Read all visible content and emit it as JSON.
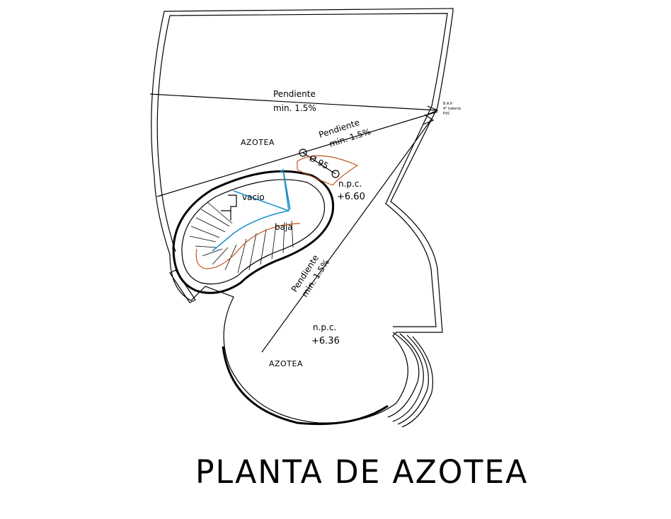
{
  "title": "PLANTA DE AZOTEA",
  "labels": {
    "azotea_top": "AZOTEA",
    "azotea_bottom": "AZOTEA",
    "pendiente_1": "Pendiente",
    "min_1": "min. 1.5%",
    "pendiente_2": "Pendiente",
    "min_2": "min. 1.5%",
    "pendiente_3": "Pendiente",
    "min_3": "min. 1.5%",
    "npc_1": "n.p.c.",
    "npc_1_value": "+6.60",
    "npc_2": "n.p.c.",
    "npc_2_value": "+6.36",
    "vacio": "vacio",
    "baja": "baja",
    "diameter": "Ø 95",
    "drain_1": "B.A.P.",
    "drain_2": "4\" tuberia",
    "drain_3": "PVC"
  },
  "colors": {
    "lines": "#000000",
    "stair_arc": "#c0561e",
    "stair_path": "#1e90c8",
    "background": "#ffffff"
  }
}
